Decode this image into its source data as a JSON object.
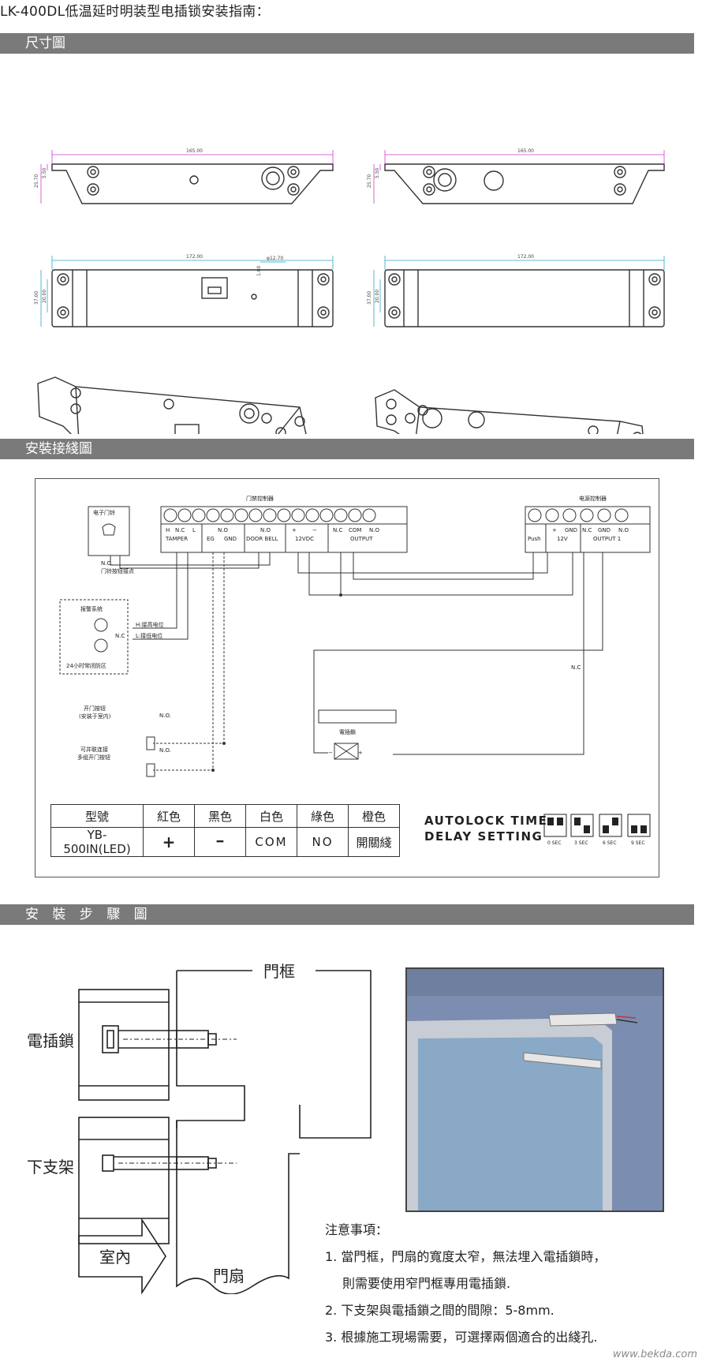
{
  "page": {
    "title": "LK-400DL低温延时明装型电插锁安装指南："
  },
  "sections": {
    "dimensions": "尺寸圖",
    "wiring": "安裝接綫圖",
    "steps": "安 裝 步 驟 圖"
  },
  "dimensions": {
    "top_width": "165.00",
    "top_height_a": "25.70",
    "top_height_b": "5.50",
    "front_width": "172.00",
    "front_height_a": "37.00",
    "front_height_b": "20.00",
    "hole_dia": "φ12.70",
    "hole_offset": "1.00"
  },
  "wiring": {
    "door_controller": "门禁控制器",
    "power_controller": "电源控制器",
    "doorbell": "电子门铃",
    "doorbell_no": "N.O.",
    "doorbell_button": "门铃按钮接点",
    "alarm_system": "报警系统",
    "alarm_nc": "N.C",
    "alarm_high": "H:接高电位",
    "alarm_low": "L:接低电位",
    "alarm_zone": "24小时常闭防区",
    "open_button": "开门按钮",
    "open_button_note": "(安装于室内)",
    "parallel_button_1": "可并联连接",
    "parallel_button_2": "多组开门按钮",
    "no_label": "N.O.",
    "lock_label": "電插鎖",
    "nc_label": "N.C",
    "tb_h": "H",
    "tb_nc": "N.C",
    "tb_l": "L",
    "tb_tamper": "TAMPER",
    "tb_no1": "N.O",
    "tb_eg": "EG",
    "tb_gnd1": "GND",
    "tb_no2": "N.O",
    "tb_doorbell": "DOOR BELL",
    "tb_plus": "+",
    "tb_minus": "−",
    "tb_12vdc": "12VDC",
    "tb_nc2": "N.C",
    "tb_com": "COM",
    "tb_no3": "N.O",
    "tb_output": "OUTPUT",
    "pc_push": "Push",
    "pc_plus": "+",
    "pc_gnd": "GND",
    "pc_12v": "12V",
    "pc_nc": "N.C",
    "pc_gnd2": "GND",
    "pc_no": "N.O",
    "pc_output1": "OUTPUT 1",
    "lock_plus": "+",
    "lock_minus": "−"
  },
  "color_table": {
    "headers": [
      "型號",
      "紅色",
      "黑色",
      "白色",
      "綠色",
      "橙色"
    ],
    "row": [
      "YB-500IN(LED)",
      "+",
      "━",
      "COM",
      "NO",
      "開關綫"
    ]
  },
  "autolock": {
    "line1": "AUTOLOCK TIME",
    "line2": "DELAY  SETTING",
    "settings": [
      "0 SEC",
      "3 SEC",
      "6 SEC",
      "9 SEC"
    ]
  },
  "steps": {
    "door_frame": "門框",
    "lock": "電插鎖",
    "bracket": "下支架",
    "indoor": "室內",
    "door_leaf": "門扇"
  },
  "notes": {
    "title": "注意事項：",
    "item1a": "1. 當門框，門扇的寬度太窄，無法埋入電插鎖時，",
    "item1b": "則需要使用窄門框專用電插鎖.",
    "item2": "2. 下支架與電插鎖之間的間隙：5-8mm.",
    "item3": "3. 根據施工現場需要，可選擇兩個適合的出綫孔."
  },
  "watermark": "www.bekda.com"
}
